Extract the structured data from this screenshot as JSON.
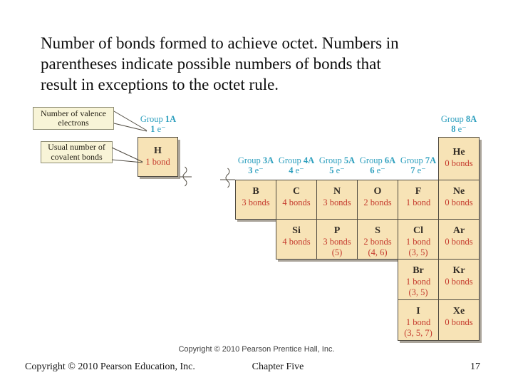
{
  "slide": {
    "title_lines": [
      "Number of bonds formed to achieve octet. Numbers in",
      "parentheses indicate possible numbers of bonds that",
      "result in exceptions to the octet rule."
    ],
    "footer": {
      "left": "Copyright © 2010 Pearson Education, Inc.",
      "center": "Chapter Five",
      "page": "17"
    }
  },
  "figure": {
    "caption": "Copyright © 2010 Pearson Prentice Hall, Inc.",
    "callouts": {
      "valence": "Number of valence electrons",
      "covalent": "Usual number of covalent bonds"
    },
    "groups": [
      {
        "word": "Group",
        "num": "1A",
        "e_num": "1",
        "e_sym": "e⁻"
      },
      {
        "word": "Group",
        "num": "3A",
        "e_num": "3",
        "e_sym": "e⁻"
      },
      {
        "word": "Group",
        "num": "4A",
        "e_num": "4",
        "e_sym": "e⁻"
      },
      {
        "word": "Group",
        "num": "5A",
        "e_num": "5",
        "e_sym": "e⁻"
      },
      {
        "word": "Group",
        "num": "6A",
        "e_num": "6",
        "e_sym": "e⁻"
      },
      {
        "word": "Group",
        "num": "7A",
        "e_num": "7",
        "e_sym": "e⁻"
      },
      {
        "word": "Group",
        "num": "8A",
        "e_num": "8",
        "e_sym": "e⁻"
      }
    ],
    "cells": [
      {
        "symbol": "H",
        "bonds": "1 bond",
        "exceptions": ""
      },
      {
        "symbol": "He",
        "bonds": "0 bonds",
        "exceptions": ""
      },
      {
        "symbol": "B",
        "bonds": "3 bonds",
        "exceptions": ""
      },
      {
        "symbol": "C",
        "bonds": "4 bonds",
        "exceptions": ""
      },
      {
        "symbol": "N",
        "bonds": "3 bonds",
        "exceptions": ""
      },
      {
        "symbol": "O",
        "bonds": "2 bonds",
        "exceptions": ""
      },
      {
        "symbol": "F",
        "bonds": "1 bond",
        "exceptions": ""
      },
      {
        "symbol": "Ne",
        "bonds": "0 bonds",
        "exceptions": ""
      },
      {
        "symbol": "Si",
        "bonds": "4 bonds",
        "exceptions": ""
      },
      {
        "symbol": "P",
        "bonds": "3 bonds",
        "exceptions": "(5)"
      },
      {
        "symbol": "S",
        "bonds": "2 bonds",
        "exceptions": "(4, 6)"
      },
      {
        "symbol": "Cl",
        "bonds": "1 bond",
        "exceptions": "(3, 5)"
      },
      {
        "symbol": "Ar",
        "bonds": "0 bonds",
        "exceptions": ""
      },
      {
        "symbol": "Br",
        "bonds": "1 bond",
        "exceptions": "(3, 5)"
      },
      {
        "symbol": "Kr",
        "bonds": "0 bonds",
        "exceptions": ""
      },
      {
        "symbol": "I",
        "bonds": "1 bond",
        "exceptions": "(3, 5, 7)"
      },
      {
        "symbol": "Xe",
        "bonds": "0 bonds",
        "exceptions": ""
      }
    ],
    "colors": {
      "cell_fill": "#f7e3b6",
      "callout_fill": "#f8f4d7",
      "group_label_teal": "#2d9fbe",
      "bond_text_red": "#c53b2e",
      "cell_border": "#4f4a40",
      "shadow_gray": "#aaa49a"
    }
  }
}
